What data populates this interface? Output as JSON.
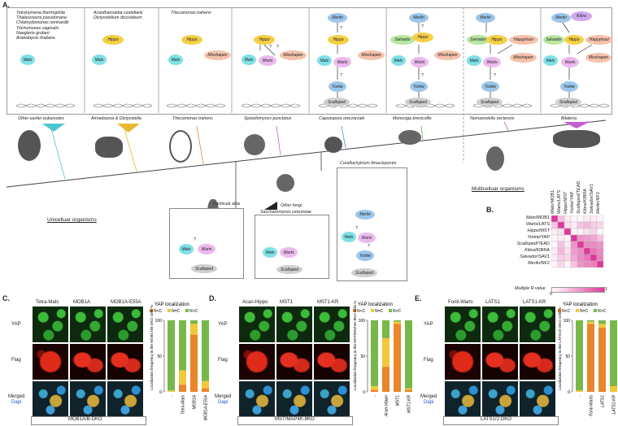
{
  "panel_letters": {
    "a": "A.",
    "b": "B.",
    "c": "C.",
    "d": "D.",
    "e": "E."
  },
  "top_groups": [
    {
      "species": [
        "Tetrahymena thermophila",
        "Thalassiosira pseudonana",
        "Chlamydomonas reinhardtii",
        "Trichomonas vaginalis",
        "Naegleria gruberi",
        "Arabidopsis thaliana"
      ],
      "nodes": [
        "Mats"
      ]
    },
    {
      "species": [
        "Acanthamoeba castellanii",
        "Dictyostelium discoideum"
      ],
      "nodes": [
        "Hippo",
        "Mats"
      ]
    },
    {
      "species": [
        "Thecamonas trahens"
      ],
      "nodes": [
        "Hippo",
        "Mats",
        "Misshapen"
      ]
    },
    {
      "species": [],
      "nodes": [
        "Hippo",
        "Mats",
        "Warts",
        "Misshapen"
      ]
    },
    {
      "species": [],
      "nodes": [
        "Merlin",
        "Hippo",
        "Mats",
        "Warts",
        "Misshapen",
        "Yorkie",
        "Scalloped"
      ]
    },
    {
      "species": [],
      "nodes": [
        "Merlin",
        "Salvador",
        "Hippo",
        "Mats",
        "Warts",
        "Misshapen",
        "Yorkie",
        "Scalloped"
      ]
    },
    {
      "species": [],
      "nodes": [
        "Merlin",
        "Salvador",
        "Hippo",
        "Happyhour",
        "Mats",
        "Warts",
        "Misshapen",
        "Yorkie",
        "Scalloped"
      ]
    },
    {
      "species": [],
      "nodes": [
        "Merlin",
        "Kibra",
        "Salvador",
        "Hippo",
        "Happyhour",
        "Mats",
        "Warts",
        "Misshapen",
        "Yorkie",
        "Scalloped"
      ]
    }
  ],
  "question": "?",
  "taxa": [
    "Other earlier eukaryotes",
    "Amoebozoa & Dictyostelia",
    "Thecamonas trahens",
    "Spizellomyces punctatus",
    "Capsaspora owczarzaki",
    "Monosiga brevicollis",
    "Nematostella vectensis",
    "Bilateria"
  ],
  "lower_taxa": [
    "Fonticula alba",
    "Other fungi",
    "Saccharomyces cerevisiae",
    "Corallochytrium limacisporum"
  ],
  "lower_boxes": [
    {
      "nodes": [
        "Mats",
        "Warts",
        "Scalloped"
      ]
    },
    {
      "nodes": [
        "Mats",
        "Warts",
        "Scalloped"
      ]
    },
    {
      "nodes": [
        "Merlin",
        "Mats",
        "Warts",
        "Yorkie",
        "Scalloped"
      ]
    }
  ],
  "unicellular": "Unicelluar organisms",
  "multicellular": "Multicelluar organisms",
  "matrix": {
    "row_labels": [
      [
        "Mats",
        "/MOB1"
      ],
      [
        "Warts",
        "/LATS"
      ],
      [
        "Hippo",
        "/MST"
      ],
      [
        "Yorkie",
        "/YAP"
      ],
      [
        "Scalloped",
        "/TEAD"
      ],
      [
        "Kibra",
        "/KIBRA"
      ],
      [
        "Salvador",
        "/SAV1"
      ],
      [
        "Merlin",
        "/NF2"
      ]
    ],
    "values": [
      [
        1,
        0.3,
        0.1,
        0.05,
        0.05,
        0.1,
        0.1,
        0.05
      ],
      [
        0.3,
        1,
        0.15,
        0.1,
        0.3,
        0.35,
        0.25,
        0.2
      ],
      [
        0.1,
        0.15,
        1,
        0.05,
        0.1,
        0.15,
        0.2,
        0.05
      ],
      [
        0.05,
        0.1,
        0.05,
        1,
        0.55,
        0.5,
        0.45,
        0.3
      ],
      [
        0.05,
        0.3,
        0.1,
        0.55,
        1,
        0.6,
        0.6,
        0.55
      ],
      [
        0.1,
        0.35,
        0.15,
        0.5,
        0.6,
        1,
        0.7,
        0.6
      ],
      [
        0.1,
        0.25,
        0.2,
        0.45,
        0.6,
        0.7,
        1,
        0.65
      ],
      [
        0.05,
        0.2,
        0.05,
        0.3,
        0.55,
        0.6,
        0.65,
        1
      ]
    ],
    "legend_label": "Multiple R value",
    "legend_min": "0",
    "legend_max": "1",
    "color_high": "#e0389a"
  },
  "micro_panels": [
    {
      "cols": [
        "Tetra-Mats",
        "MOB1A",
        "MOB1A-E55A"
      ],
      "footer": "MOB1A/B-DKO",
      "yaxis": "Localization frequency in the MOB1A/B-DKO cells %",
      "bars": [
        "-",
        "Tetra-Mats",
        "MOB1A",
        "MOB1A-E55A"
      ]
    },
    {
      "cols": [
        "Acan-Hippo",
        "MST1",
        "MST1-KR"
      ],
      "footer": "MST/MAP4K-8KO",
      "yaxis": "Localization frequency in the MST/MAP4K-8KO cells %",
      "bars": [
        "-",
        "Acan-Hippo",
        "MST1",
        "MST1-KR"
      ]
    },
    {
      "cols": [
        "Fonti-Warts",
        "LATS1",
        "LATS1-KR"
      ],
      "footer": "LATS1/2-DKO",
      "yaxis": "Localization frequency in the LATS1/2-DKO cells %",
      "bars": [
        "-",
        "Fonti-Warts",
        "LATS1",
        "LATS1-KR"
      ]
    }
  ],
  "row_labels": {
    "yap": "YAP",
    "flag": "Flag",
    "merged": "Merged",
    "dapi": "Dapi"
  },
  "yap_title": "YAP localization",
  "legend_items": [
    "N<C",
    "N=C",
    "N>C"
  ],
  "legend_colors": [
    "#e9852b",
    "#f3c83a",
    "#78b84a"
  ],
  "yticks": [
    "0",
    "50",
    "100"
  ],
  "chart_data": [
    {
      "type": "bar",
      "title": "YAP localization",
      "categories": [
        "-",
        "Tetra-Mats",
        "MOB1A",
        "MOB1A-E55A"
      ],
      "series": [
        {
          "name": "N<C",
          "values": [
            0,
            10,
            80,
            5
          ]
        },
        {
          "name": "N=C",
          "values": [
            2,
            20,
            15,
            10
          ]
        },
        {
          "name": "N>C",
          "values": [
            98,
            70,
            5,
            85
          ]
        }
      ],
      "ylim": [
        0,
        100
      ]
    },
    {
      "type": "bar",
      "title": "YAP localization",
      "categories": [
        "-",
        "Acan-Hippo",
        "MST1",
        "MST1-KR"
      ],
      "series": [
        {
          "name": "N<C",
          "values": [
            3,
            35,
            95,
            3
          ]
        },
        {
          "name": "N=C",
          "values": [
            5,
            40,
            3,
            2
          ]
        },
        {
          "name": "N>C",
          "values": [
            92,
            25,
            2,
            95
          ]
        }
      ],
      "ylim": [
        0,
        100
      ]
    },
    {
      "type": "bar",
      "title": "YAP localization",
      "categories": [
        "-",
        "Fonti-Warts",
        "LATS1",
        "LATS1-KR"
      ],
      "series": [
        {
          "name": "N<C",
          "values": [
            0,
            95,
            90,
            0
          ]
        },
        {
          "name": "N=C",
          "values": [
            2,
            3,
            5,
            8
          ]
        },
        {
          "name": "N>C",
          "values": [
            98,
            2,
            5,
            92
          ]
        }
      ],
      "ylim": [
        0,
        100
      ]
    }
  ]
}
